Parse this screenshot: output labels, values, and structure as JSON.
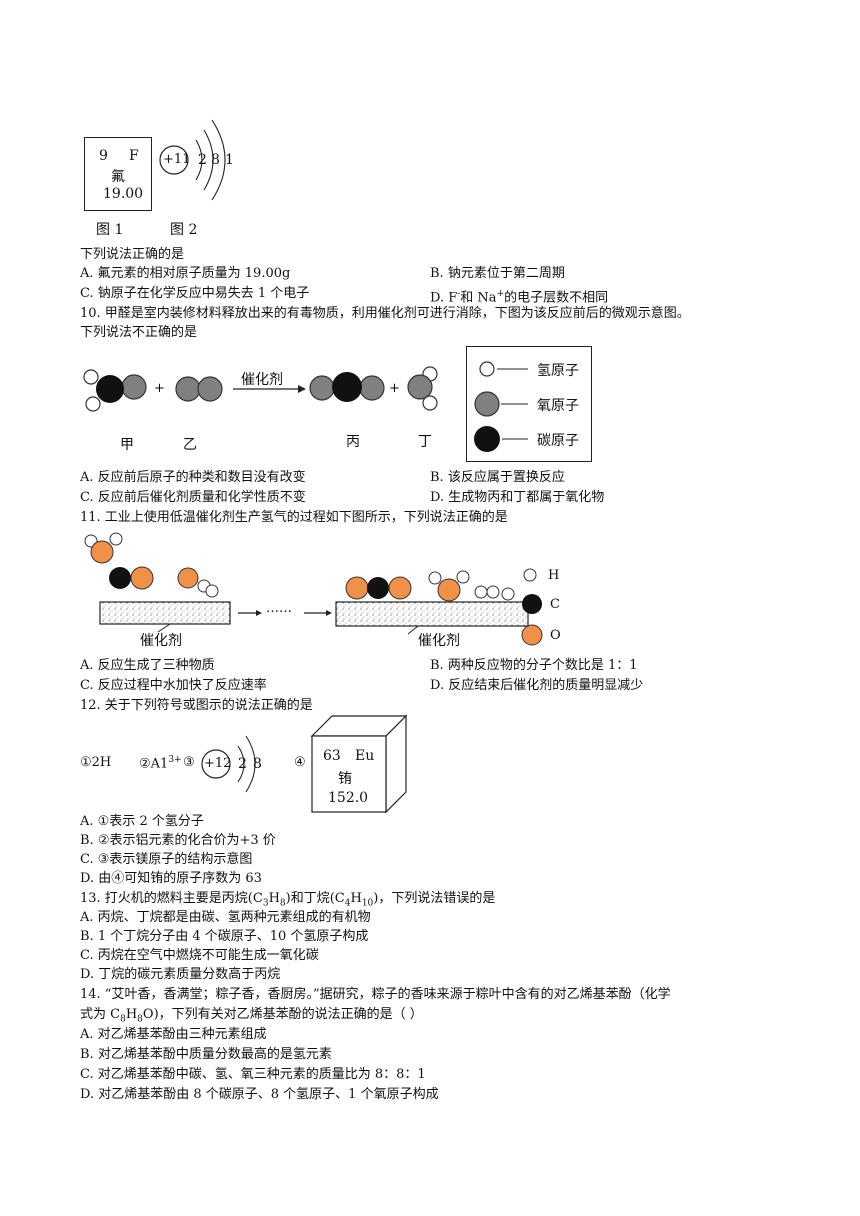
{
  "fig_fluorine_sodium": {
    "element_card": {
      "number": "9",
      "symbol": "F",
      "name": "氟",
      "mass": "19.00"
    },
    "atom": {
      "nucleus": "+11",
      "shells": [
        "2",
        "8",
        "1"
      ]
    },
    "caption1": "图 1",
    "caption2": "图 2"
  },
  "q9": {
    "stem": "下列说法正确的是",
    "options": {
      "A": "A.  氟元素的相对原子质量为 19.00g",
      "B": "B.  钠元素位于第二周期",
      "C": "C.  钠原子在化学反应中易失去 1 个电子",
      "D_pre": "D.  F",
      "D_sup1": "-",
      "D_mid": "和 Na",
      "D_sup2": "+",
      "D_post": "的电子层数不相同"
    }
  },
  "q10": {
    "stem_line1": "10.  甲醛是室内装修材料释放出来的有毒物质，利用催化剂可进行消除，下图为该反应前后的微观示意图。",
    "stem_line2": "下列说法不正确的是",
    "diagram": {
      "arrow_label": "催化剂",
      "plus": "+",
      "labels": [
        "甲",
        "乙",
        "丙",
        "丁"
      ],
      "legend": [
        "氢原子",
        "氧原子",
        "碳原子"
      ]
    },
    "options": {
      "A": "A.  反应前后原子的种类和数目没有改变",
      "B": "B.  该反应属于置换反应",
      "C": "C.  反应前后催化剂质量和化学性质不变",
      "D": "D.  生成物丙和丁都属于氧化物"
    }
  },
  "q11": {
    "stem": "11.  工业上使用低温催化剂生产氢气的过程如下图所示，下列说法正确的是",
    "diagram": {
      "catalyst_label": "催化剂",
      "dots": "……",
      "legend": [
        "H",
        "C",
        "O"
      ],
      "colors": {
        "H": "#ffffff",
        "C": "#111111",
        "O": "#f0914a"
      }
    },
    "options": {
      "A": "A.  反应生成了三种物质",
      "B": "B.  两种反应物的分子个数比是 1：1",
      "C": "C.  反应过程中水加快了反应速率",
      "D": "D.  反应结束后催化剂的质量明显减少"
    }
  },
  "q12": {
    "stem": "12.  关于下列符号或图示的说法正确的是",
    "symbols": {
      "s1": "①2H",
      "s2": "②A1",
      "s2_sup": "3+",
      "s3": "③",
      "nucleus": "+12",
      "shells": [
        "2",
        "8"
      ],
      "s4": "④"
    },
    "element_card": {
      "number": "63",
      "symbol": "Eu",
      "name": "铕",
      "mass": "152.0"
    },
    "options": {
      "A": "A.  ①表示 2 个氢分子",
      "B": "B.  ②表示铝元素的化合价为+3 价",
      "C": "C.  ③表示镁原子的结构示意图",
      "D": "D.  由④可知铕的原子序数为 63"
    }
  },
  "q13": {
    "stem_pre": "13.  打火机的燃料主要是丙烷(C",
    "sub1": "3",
    "stem_mid1": "H",
    "sub2": "8",
    "stem_mid2": ")和丁烷(C",
    "sub3": "4",
    "stem_mid3": "H",
    "sub4": "10",
    "stem_post": ")，下列说法错误的是",
    "options": {
      "A": "A.  丙烷、丁烷都是由碳、氢两种元素组成的有机物",
      "B": "B.  1 个丁烷分子由 4 个碳原子、10 个氢原子构成",
      "C": "C.  丙烷在空气中燃烧不可能生成一氧化碳",
      "D": "D.  丁烷的碳元素质量分数高于丙烷"
    }
  },
  "q14": {
    "stem_line1": "14.  “艾叶香，香满堂；粽子香，香厨房。”据研究，粽子的香味来源于粽叶中含有的对乙烯基苯酚（化学",
    "stem_line2_pre": "式为 C",
    "sub1": "8",
    "mid1": "H",
    "sub2": "8",
    "stem_line2_post": "O)，下列有关对乙烯基苯酚的说法正确的是（        ）",
    "options": {
      "A": "A.  对乙烯基苯酚由三种元素组成",
      "B": "B.  对乙烯基苯酚中质量分数最高的是氢元素",
      "C": "C.  对乙烯基苯酚中碳、氢、氧三种元素的质量比为 8：8：1",
      "D": "D.  对乙烯基苯酚由 8 个碳原子、8 个氢原子、1 个氧原子构成"
    }
  },
  "palette": {
    "oxygen_gray": "#808080",
    "carbon_black": "#111111",
    "hydrogen_white": "#ffffff",
    "orange_o": "#f0914a"
  }
}
